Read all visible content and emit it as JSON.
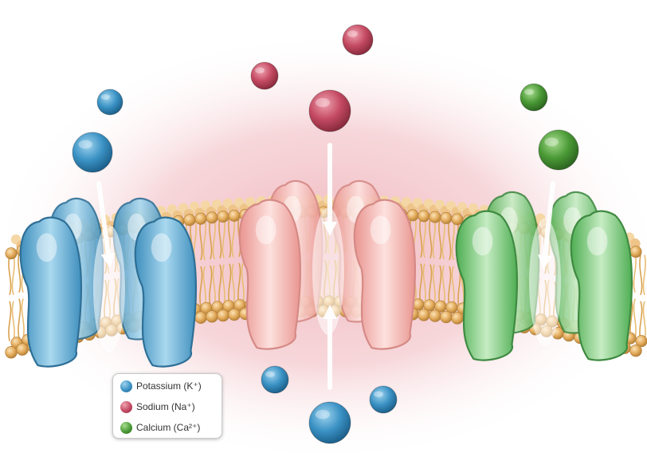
{
  "colors": {
    "potassium": "#3a92c4",
    "sodium": "#c44a62",
    "calcium": "#4a9a36",
    "membrane_head": "#e3ab5c",
    "glow": "#efb5bc",
    "channel_potassium": "#6fb4d8",
    "channel_sodium": "#f2aaa6",
    "channel_calcium": "#78c77a"
  },
  "legend": {
    "items": [
      {
        "label": "Potassium (K⁺)",
        "ion": "potassium"
      },
      {
        "label": "Sodium (Na⁺)",
        "ion": "sodium"
      },
      {
        "label": "Calcium (Ca²⁺)",
        "ion": "calcium"
      }
    ]
  },
  "channels": [
    {
      "ion": "potassium",
      "direction": "inward"
    },
    {
      "ion": "sodium",
      "direction": "bidirectional"
    },
    {
      "ion": "calcium",
      "direction": "inward"
    }
  ],
  "ions_outside": [
    "potassium",
    "potassium",
    "sodium",
    "sodium",
    "sodium",
    "calcium",
    "calcium"
  ],
  "ions_inside": [
    "potassium",
    "potassium",
    "potassium"
  ]
}
